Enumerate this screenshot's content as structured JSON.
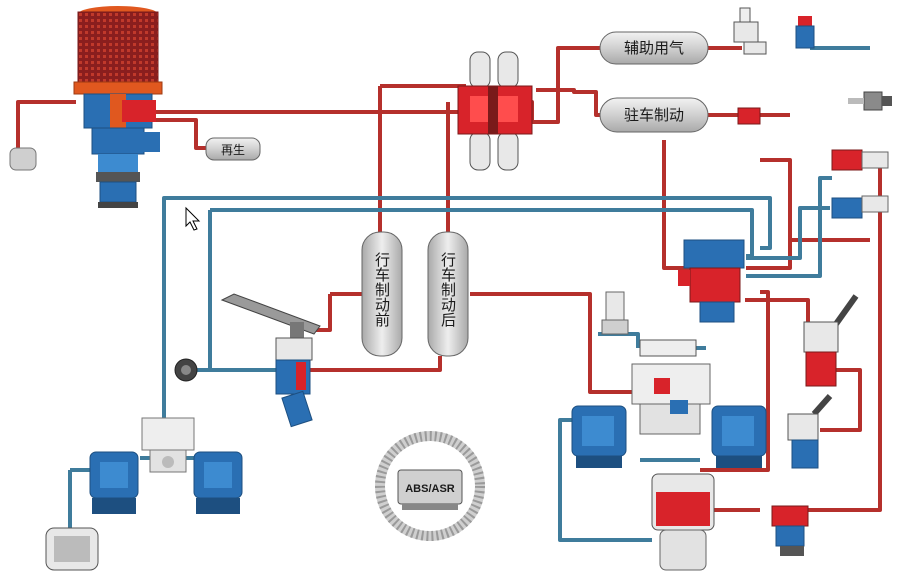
{
  "colors": {
    "supply_line": "#b5302c",
    "control_line": "#3f7c9c",
    "valve_red": "#d8232a",
    "valve_blue": "#2a6fb3",
    "tank_fill": "#d6d6d6",
    "compressor_orange": "#e0581f"
  },
  "labels": {
    "regeneration": "再生",
    "auxiliary_air": "辅助用气",
    "parking_brake": "驻车制动",
    "front_service_tank": "行车制动前",
    "rear_service_tank": "行车制动后",
    "abs_asr": "ABS/ASR"
  },
  "icons": {
    "cursor": "mouse-pointer-icon"
  }
}
